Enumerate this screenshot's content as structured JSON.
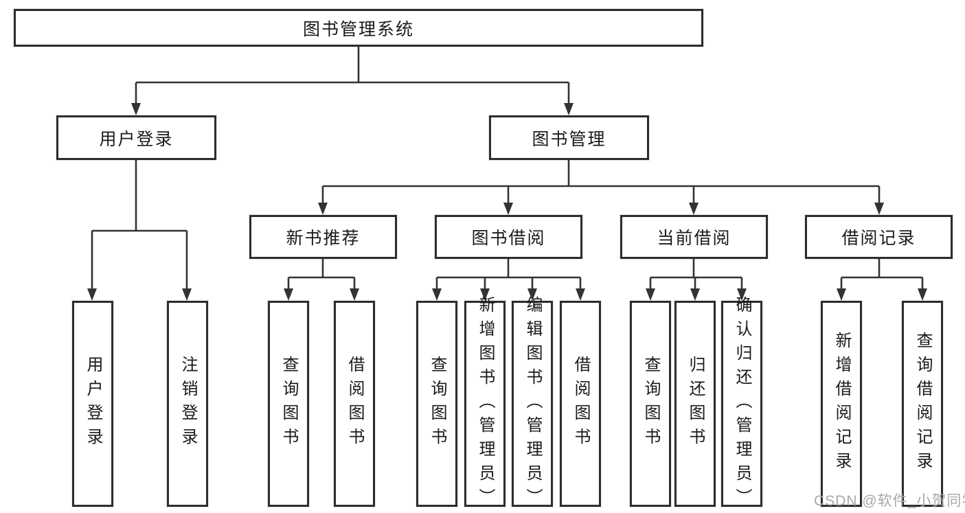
{
  "diagram": {
    "title": "图书管理系统",
    "root": {
      "label": "图书管理系统"
    },
    "branches": [
      {
        "label": "用户登录",
        "children": [
          {
            "label": "用户登录"
          },
          {
            "label": "注销登录"
          }
        ]
      },
      {
        "label": "图书管理",
        "children": [
          {
            "label": "新书推荐",
            "children": [
              {
                "label": "查询图书"
              },
              {
                "label": "借阅图书"
              }
            ]
          },
          {
            "label": "图书借阅",
            "children": [
              {
                "label": "查询图书"
              },
              {
                "label": "新增图书（管理员）"
              },
              {
                "label": "编辑图书（管理员）"
              },
              {
                "label": "借阅图书"
              }
            ]
          },
          {
            "label": "当前借阅",
            "children": [
              {
                "label": "查询图书"
              },
              {
                "label": "归还图书"
              },
              {
                "label": "确认归还（管理员）"
              }
            ]
          },
          {
            "label": "借阅记录",
            "children": [
              {
                "label": "新增借阅记录"
              },
              {
                "label": "查询借阅记录"
              }
            ]
          }
        ]
      }
    ]
  },
  "watermark": {
    "text": "CSDN @软件_小贺同学"
  },
  "colors": {
    "line": "#333333",
    "box_border": "#2d2d2d",
    "text": "#1a1a1a",
    "background": "#ffffff",
    "watermark": "#a8a8a8"
  }
}
